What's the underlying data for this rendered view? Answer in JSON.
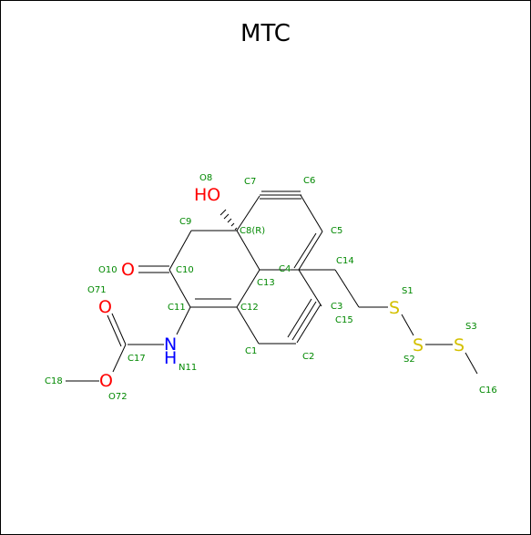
{
  "title": "MTC",
  "colors": {
    "carbon_label": "#008800",
    "oxygen": "#ff0000",
    "nitrogen": "#0000ff",
    "sulfur": "#d4c000",
    "bond": "#000000"
  },
  "element_symbols": {
    "hydroxyl": "HO",
    "ketone_o": "O",
    "carbonyl_o": "O",
    "ester_o": "O",
    "amine_n": "N",
    "amine_h": "H",
    "s1": "S",
    "s2": "S",
    "s3": "S"
  },
  "atom_labels": [
    {
      "id": "O8",
      "text": "O8"
    },
    {
      "id": "C7",
      "text": "C7"
    },
    {
      "id": "C6",
      "text": "C6"
    },
    {
      "id": "C9",
      "text": "C9"
    },
    {
      "id": "C8",
      "text": "C8(R)"
    },
    {
      "id": "C5",
      "text": "C5"
    },
    {
      "id": "C14",
      "text": "C14"
    },
    {
      "id": "O10",
      "text": "O10"
    },
    {
      "id": "C10",
      "text": "C10"
    },
    {
      "id": "C4",
      "text": "C4"
    },
    {
      "id": "O71",
      "text": "O71"
    },
    {
      "id": "C13",
      "text": "C13"
    },
    {
      "id": "S1",
      "text": "S1"
    },
    {
      "id": "C11",
      "text": "C11"
    },
    {
      "id": "C12",
      "text": "C12"
    },
    {
      "id": "C3",
      "text": "C3"
    },
    {
      "id": "C15",
      "text": "C15"
    },
    {
      "id": "S3",
      "text": "S3"
    },
    {
      "id": "C17",
      "text": "C17"
    },
    {
      "id": "C1",
      "text": "C1"
    },
    {
      "id": "C2",
      "text": "C2"
    },
    {
      "id": "S2",
      "text": "S2"
    },
    {
      "id": "N11",
      "text": "N11"
    },
    {
      "id": "C18",
      "text": "C18"
    },
    {
      "id": "O72",
      "text": "O72"
    },
    {
      "id": "C16",
      "text": "C16"
    }
  ]
}
